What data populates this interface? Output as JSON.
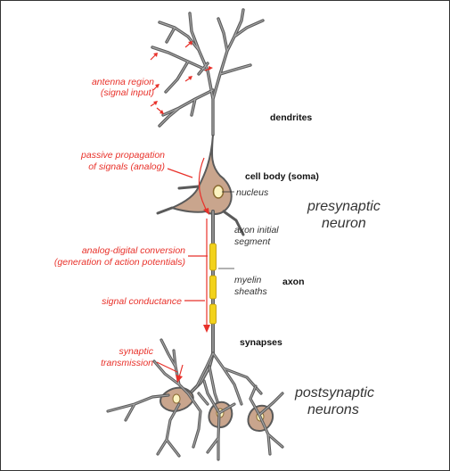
{
  "labels": {
    "antenna_region": [
      "antenna region",
      "(signal input)"
    ],
    "passive_propagation": [
      "passive propagation",
      "of signals (analog)"
    ],
    "analog_digital": [
      "analog-digital conversion",
      "(generation of action potentials)"
    ],
    "signal_conductance": "signal conductance",
    "synaptic_transmission": [
      "synaptic",
      "transmission"
    ],
    "dendrites": "dendrites",
    "cell_body": "cell body (soma)",
    "nucleus": "nucleus",
    "axon_initial_segment": [
      "axon initial",
      "segment"
    ],
    "axon": "axon",
    "myelin_sheaths": [
      "myelin",
      "sheaths"
    ],
    "synapses": "synapses",
    "presynaptic_neuron": [
      "presynaptic",
      "neuron"
    ],
    "postsynaptic_neurons": [
      "postsynaptic",
      "neurons"
    ]
  },
  "colors": {
    "annotation_red": "#e8312a",
    "membrane_gray": "#5a5a5a",
    "soma_fill": "#c9a58d",
    "myelin_yellow": "#f2d21b",
    "nucleus_fill": "#fbf3c0"
  }
}
